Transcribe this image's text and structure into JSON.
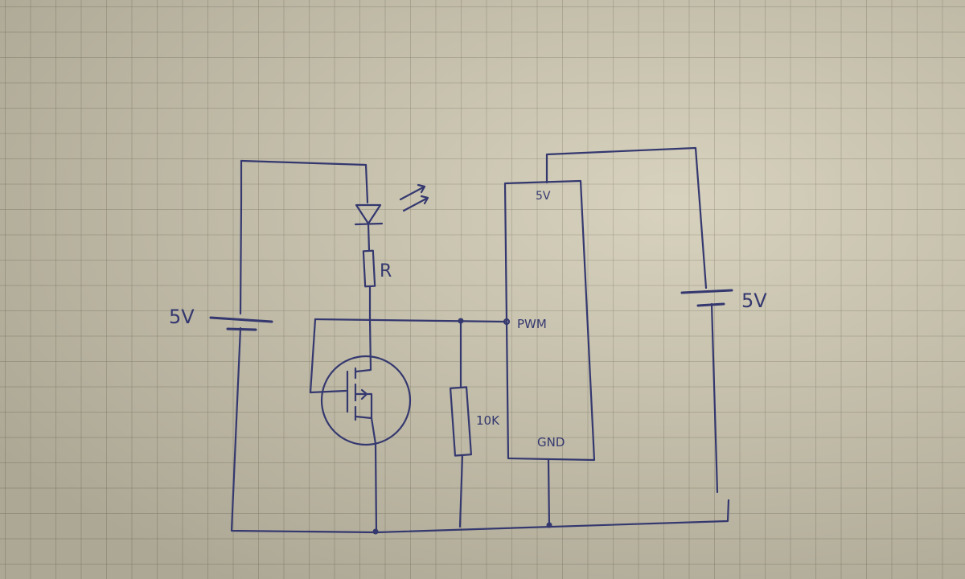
{
  "diagram": {
    "ink_color": "#34386f",
    "paper_color": "#d3cdb6",
    "labels": {
      "battery_left": "5V",
      "battery_right": "5V",
      "resistor": "R",
      "pulldown": "10K",
      "mcu_5v": "5V",
      "mcu_pwm": "PWM",
      "mcu_gnd": "GND"
    },
    "components": [
      "battery-left",
      "led",
      "resistor",
      "mosfet",
      "pulldown-resistor",
      "microcontroller",
      "battery-right"
    ]
  }
}
